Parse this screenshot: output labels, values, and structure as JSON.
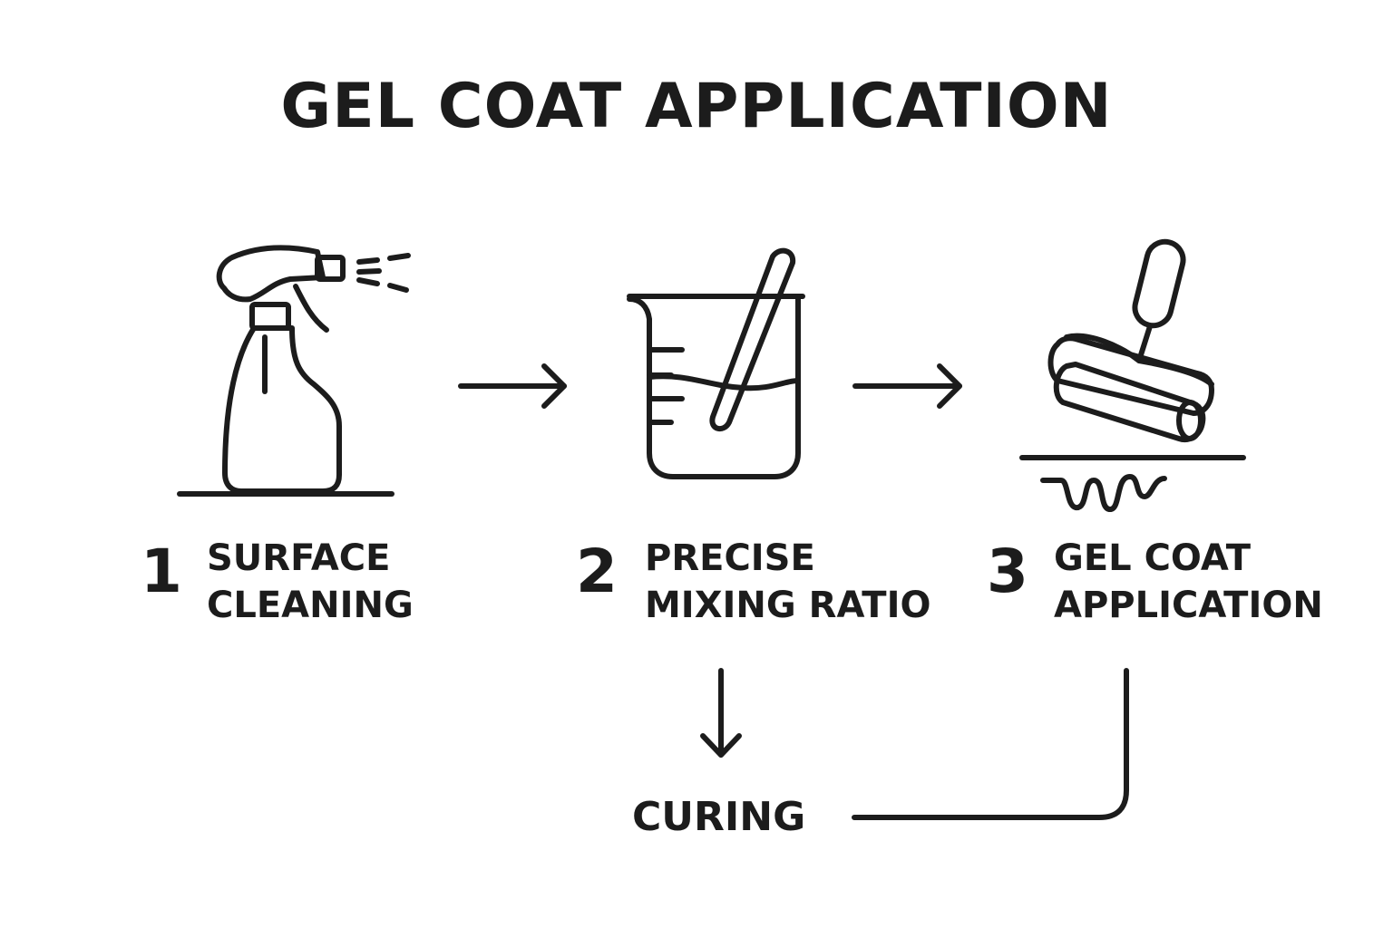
{
  "title": "GEL COAT APPLICATION",
  "colors": {
    "ink": "#1c1c1c",
    "background": "#ffffff"
  },
  "steps": [
    {
      "number": "1",
      "line1": "SURFACE",
      "line2": "CLEANING",
      "icon": "spray-bottle-icon"
    },
    {
      "number": "2",
      "line1": "PRECISE",
      "line2": "MIXING RATIO",
      "icon": "mixing-beaker-icon"
    },
    {
      "number": "3",
      "line1": "GEL COAT",
      "line2": "APPLICATION",
      "icon": "paint-roller-icon"
    }
  ],
  "curing": {
    "label": "CURING"
  }
}
